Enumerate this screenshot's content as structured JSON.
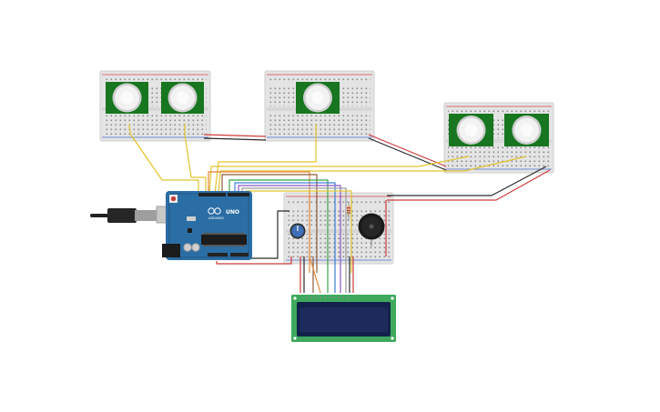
{
  "arduino": {
    "board_name": "UNO",
    "brand": "ARDUINO",
    "colors": {
      "board": "#2b6ea5",
      "board_dark": "#1f527c",
      "header": "#222222"
    }
  },
  "pir_sensor": {
    "colors": {
      "pcb": "#17761f",
      "dome": "#eeeeee",
      "dome_ring": "#cfcfcf"
    }
  },
  "breadboard": {
    "colors": {
      "body": "#e3e3e3",
      "rail_red": "#d44a4a",
      "rail_blue": "#4a6fd4",
      "hole": "#7a7a7a"
    }
  },
  "lcd": {
    "colors": {
      "pcb": "#3ea95d",
      "screen": "#1d2b5c",
      "bezel": "#12224a"
    }
  },
  "components": {
    "potentiometer": "potentiometer-knob",
    "buzzer": "piezo-buzzer",
    "resistor": "resistor",
    "usb": "usb-cable"
  },
  "wire_colors": {
    "red": "#d03a3a",
    "black": "#2a2a2a",
    "yellow": "#e2c32c",
    "orange": "#e3883a",
    "green": "#3ba34a",
    "blue": "#3c7fd6",
    "purple": "#8b58c6",
    "brown": "#8a5a3c",
    "gray": "#9a9a9a"
  }
}
